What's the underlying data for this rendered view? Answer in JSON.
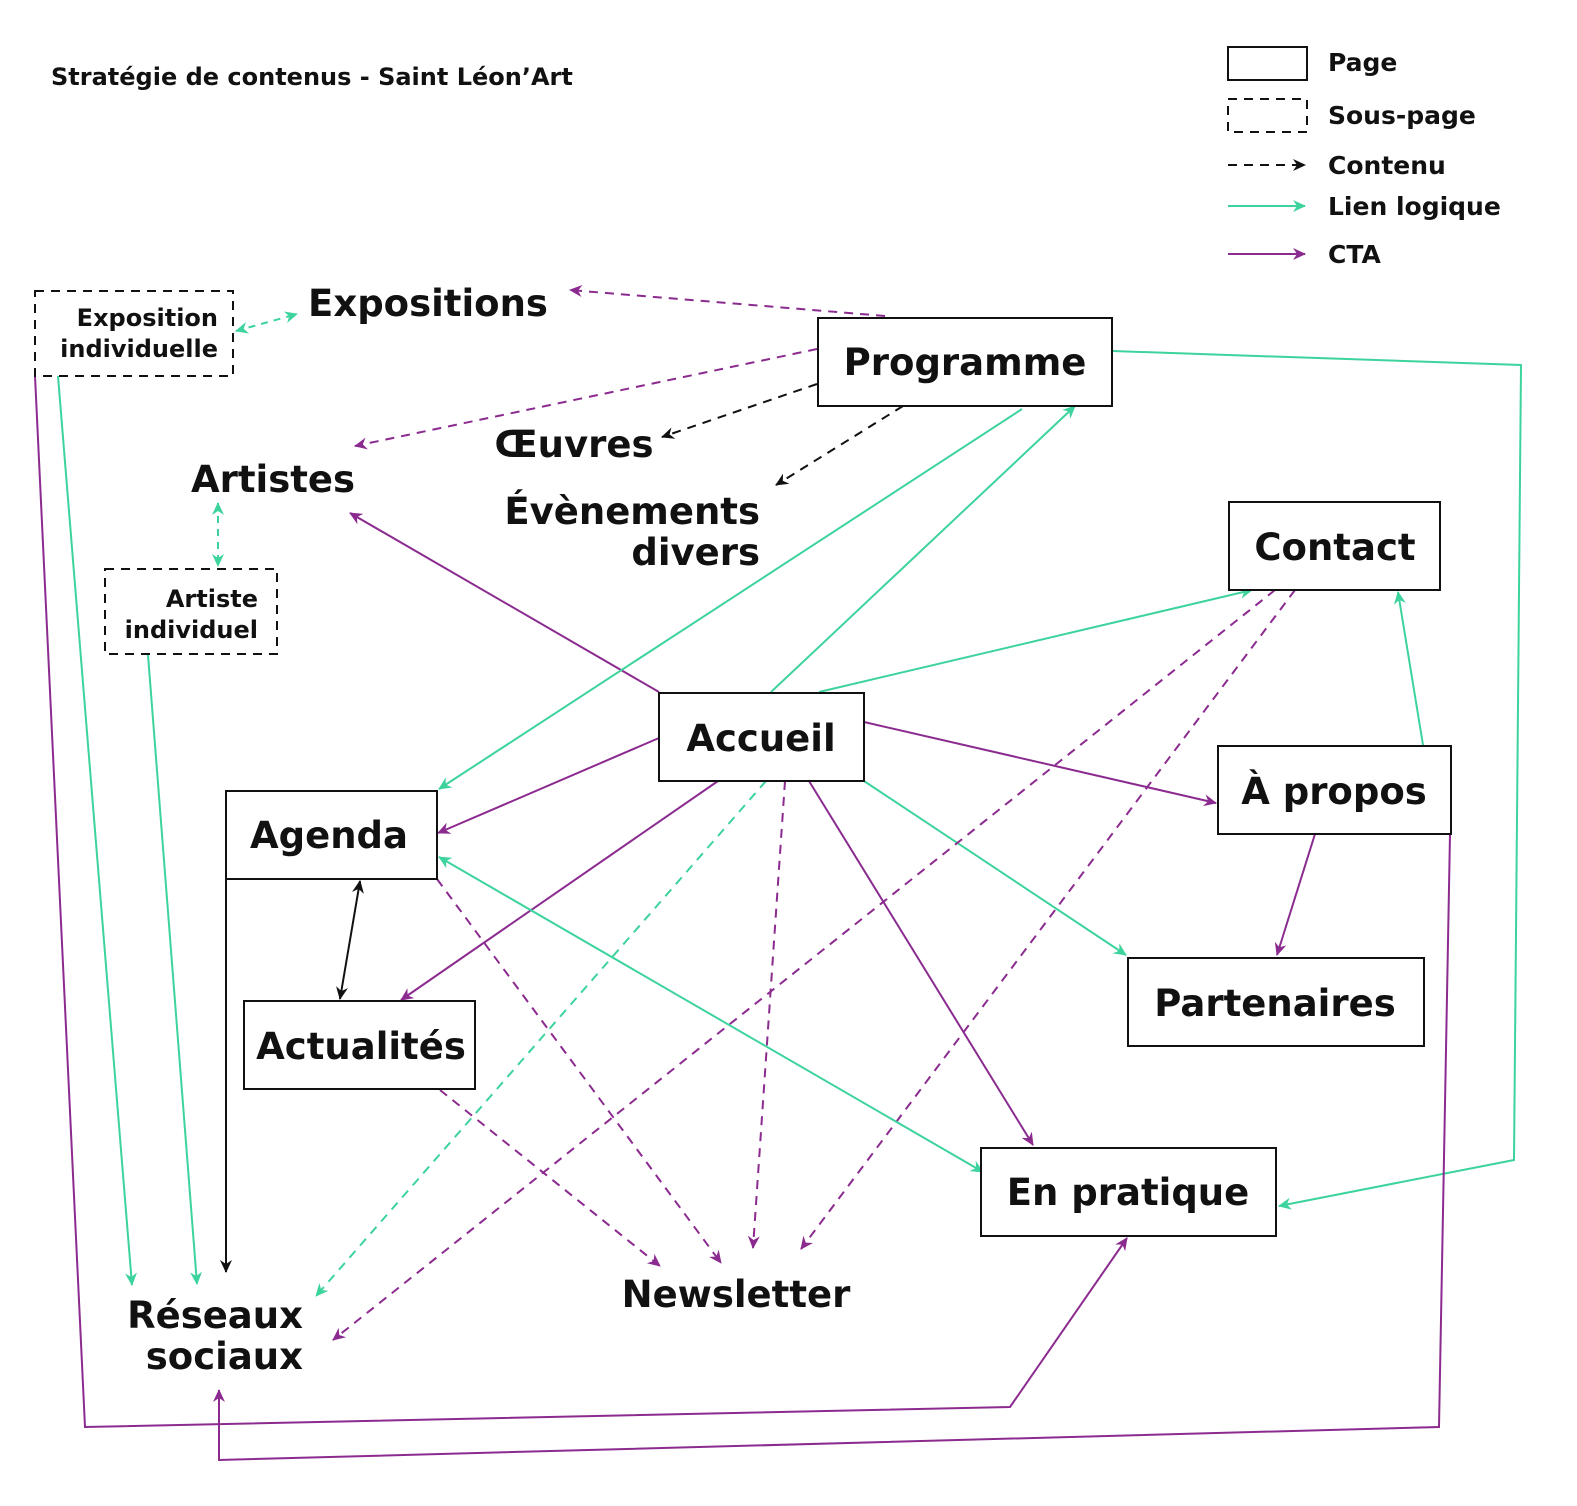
{
  "title": "Stratégie de contenus - Saint Léon’Art",
  "colors": {
    "black": "#111111",
    "green": "#3dd39c",
    "purple": "#8b2a8f"
  },
  "legend": {
    "page": "Page",
    "subpage": "Sous-page",
    "content": "Contenu",
    "logical_link": "Lien logique",
    "cta": "CTA"
  },
  "nodes": {
    "programme": "Programme",
    "expositions": "Expositions",
    "exposition_individuelle": [
      "Exposition",
      "individuelle"
    ],
    "artistes": "Artistes",
    "artiste_individuel": [
      "Artiste",
      "individuel"
    ],
    "oeuvres": "Œuvres",
    "evenements_divers": [
      "Évènements",
      "divers"
    ],
    "contact": "Contact",
    "accueil": "Accueil",
    "agenda": "Agenda",
    "a_propos": "À propos",
    "partenaires": "Partenaires",
    "actualites": "Actualités",
    "en_pratique": "En pratique",
    "reseaux_sociaux": [
      "Réseaux",
      "sociaux"
    ],
    "newsletter": "Newsletter"
  },
  "edges": [
    {
      "from": "programme",
      "to": "expositions",
      "kind": "cta",
      "style": "dashed"
    },
    {
      "from": "programme",
      "to": "artistes",
      "kind": "cta",
      "style": "dashed"
    },
    {
      "from": "programme",
      "to": "oeuvres",
      "kind": "content",
      "style": "dashed"
    },
    {
      "from": "programme",
      "to": "evenements_divers",
      "kind": "content",
      "style": "dashed"
    },
    {
      "from": "programme",
      "to": "en_pratique",
      "kind": "logical",
      "style": "solid"
    },
    {
      "from": "exposition_individuelle",
      "to": "expositions",
      "kind": "logical",
      "style": "dashed",
      "bidirectional": true
    },
    {
      "from": "artistes",
      "to": "artiste_individuel",
      "kind": "logical",
      "style": "dashed",
      "bidirectional": true
    },
    {
      "from": "exposition_individuelle",
      "to": "reseaux_sociaux",
      "kind": "logical",
      "style": "solid"
    },
    {
      "from": "exposition_individuelle",
      "to": "en_pratique",
      "kind": "cta",
      "style": "solid"
    },
    {
      "from": "artiste_individuel",
      "to": "reseaux_sociaux",
      "kind": "logical",
      "style": "solid"
    },
    {
      "from": "accueil",
      "to": "artistes",
      "kind": "cta",
      "style": "solid"
    },
    {
      "from": "accueil",
      "to": "agenda",
      "kind": "cta",
      "style": "solid"
    },
    {
      "from": "accueil",
      "to": "actualites",
      "kind": "cta",
      "style": "solid"
    },
    {
      "from": "accueil",
      "to": "a_propos",
      "kind": "cta",
      "style": "solid"
    },
    {
      "from": "accueil",
      "to": "en_pratique",
      "kind": "cta",
      "style": "solid"
    },
    {
      "from": "accueil",
      "to": "programme",
      "kind": "logical",
      "style": "solid"
    },
    {
      "from": "programme",
      "to": "agenda",
      "kind": "logical",
      "style": "solid"
    },
    {
      "from": "accueil",
      "to": "contact",
      "kind": "logical",
      "style": "solid"
    },
    {
      "from": "accueil",
      "to": "partenaires",
      "kind": "logical",
      "style": "solid"
    },
    {
      "from": "accueil",
      "to": "reseaux_sociaux",
      "kind": "logical",
      "style": "dashed"
    },
    {
      "from": "accueil",
      "to": "newsletter",
      "kind": "cta",
      "style": "dashed"
    },
    {
      "from": "contact",
      "to": "reseaux_sociaux",
      "kind": "cta",
      "style": "dashed"
    },
    {
      "from": "contact",
      "to": "newsletter",
      "kind": "cta",
      "style": "dashed"
    },
    {
      "from": "a_propos",
      "to": "contact",
      "kind": "logical",
      "style": "solid"
    },
    {
      "from": "a_propos",
      "to": "partenaires",
      "kind": "cta",
      "style": "solid"
    },
    {
      "from": "a_propos",
      "to": "reseaux_sociaux",
      "kind": "cta",
      "style": "solid"
    },
    {
      "from": "agenda",
      "to": "actualites",
      "kind": "content",
      "style": "solid",
      "bidirectional": true
    },
    {
      "from": "agenda",
      "to": "reseaux_sociaux",
      "kind": "content",
      "style": "solid"
    },
    {
      "from": "agenda",
      "to": "en_pratique",
      "kind": "logical",
      "style": "solid",
      "bidirectional": true
    },
    {
      "from": "agenda",
      "to": "newsletter",
      "kind": "cta",
      "style": "dashed"
    },
    {
      "from": "actualites",
      "to": "newsletter",
      "kind": "cta",
      "style": "dashed"
    }
  ]
}
